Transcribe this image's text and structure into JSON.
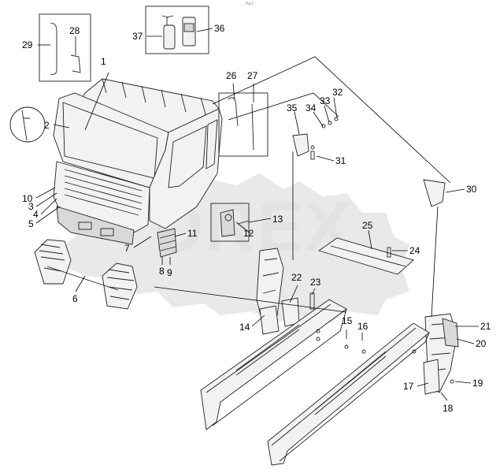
{
  "header_mark": "Pg.1",
  "watermark": "DREX",
  "callouts": {
    "c1": "1",
    "c2": "2",
    "c3": "3",
    "c4": "4",
    "c5": "5",
    "c6": "6",
    "c7": "7",
    "c8": "8",
    "c9": "9",
    "c10": "10",
    "c11": "11",
    "c12": "12",
    "c13": "13",
    "c14": "14",
    "c15": "15",
    "c16": "16",
    "c17": "17",
    "c18": "18",
    "c19": "19",
    "c20": "20",
    "c21": "21",
    "c22": "22",
    "c23": "23",
    "c24": "24",
    "c25": "25",
    "c26": "26",
    "c27": "27",
    "c28": "28",
    "c29": "29",
    "c30": "30",
    "c31": "31",
    "c32": "32",
    "c33": "33",
    "c34": "34",
    "c35": "35",
    "c36": "36",
    "c37": "37"
  }
}
